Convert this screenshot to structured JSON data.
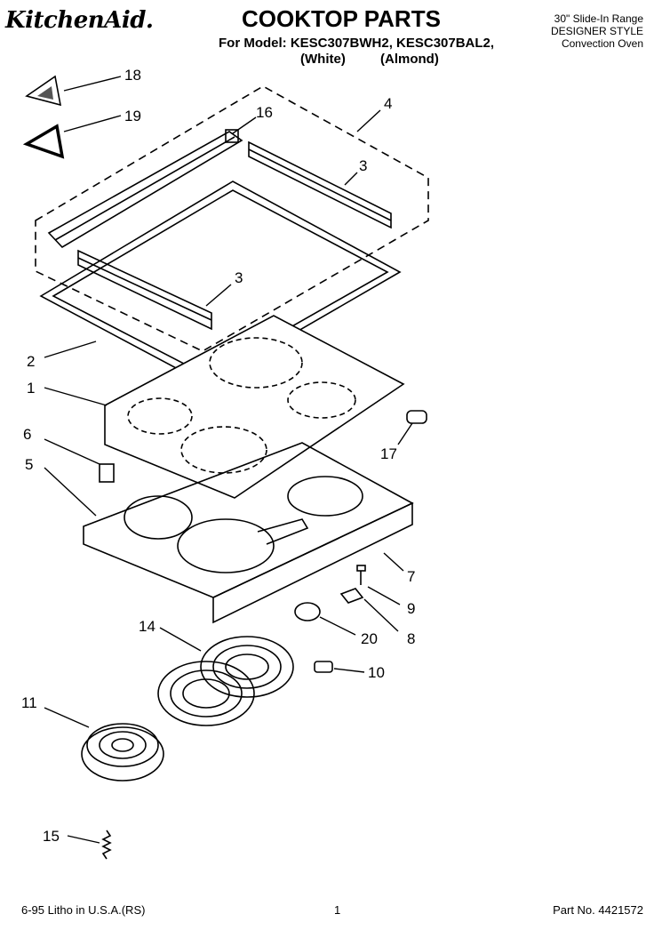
{
  "header": {
    "brand": "KitchenAid.",
    "title": "COOKTOP PARTS",
    "model_line": "For Model: KESC307BWH2, KESC307BAL2,",
    "color_white": "(White)",
    "color_almond": "(Almond)",
    "range_type": "30\" Slide-In Range",
    "style": "DESIGNER STYLE",
    "oven_type": "Convection Oven"
  },
  "callouts": [
    "18",
    "19",
    "16",
    "4",
    "3",
    "3",
    "2",
    "1",
    "6",
    "17",
    "5",
    "7",
    "9",
    "20",
    "8",
    "14",
    "10",
    "11",
    "15"
  ],
  "footer": {
    "litho": "6-95 Litho in U.S.A.(RS)",
    "page": "1",
    "part_no": "Part No. 4421572"
  }
}
